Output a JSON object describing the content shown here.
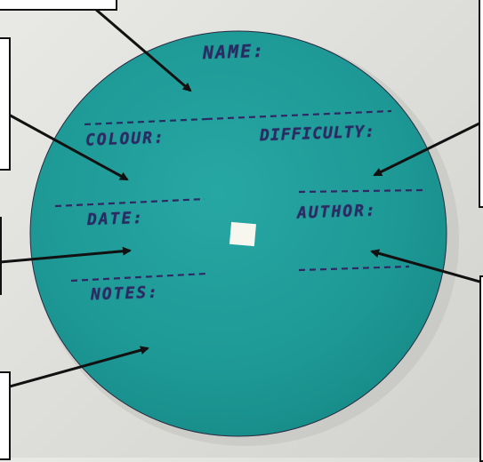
{
  "disc": {
    "fill_color": "#1f9a98",
    "ink_color": "#2c2a63",
    "labels": {
      "name": "NAME:",
      "colour": "COLOUR:",
      "difficulty": "DIFFICULTY:",
      "date": "DATE:",
      "author": "AUTHOR:",
      "notes": "NOTES:"
    }
  },
  "callout_color": "#ffffff"
}
